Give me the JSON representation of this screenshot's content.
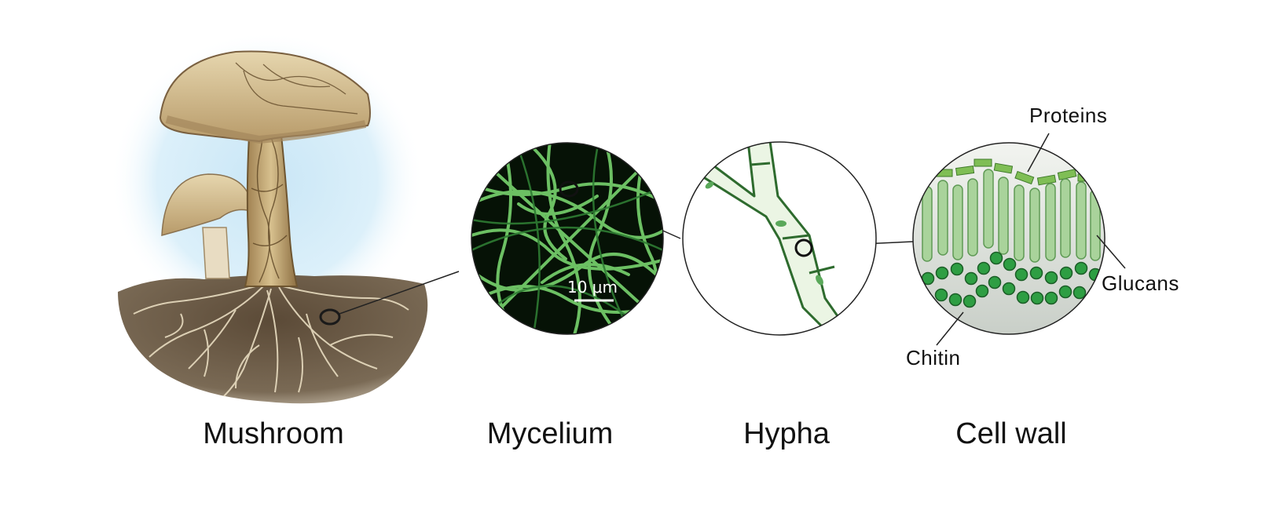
{
  "captions": {
    "mushroom": "Mushroom",
    "mycelium": "Mycelium",
    "hypha": "Hypha",
    "cell_wall": "Cell wall"
  },
  "labels": {
    "proteins": "Proteins",
    "glucans": "Glucans",
    "chitin": "Chitin"
  },
  "scale_bar": {
    "text": "10 μm"
  },
  "colors": {
    "mycelium_green": "#5fb05a",
    "cell_wall_green": "#2e9e43",
    "hypha_outline": "#2e6b2e",
    "soil": "#6a5a45",
    "mushroom_cap": "#d8c49a"
  }
}
